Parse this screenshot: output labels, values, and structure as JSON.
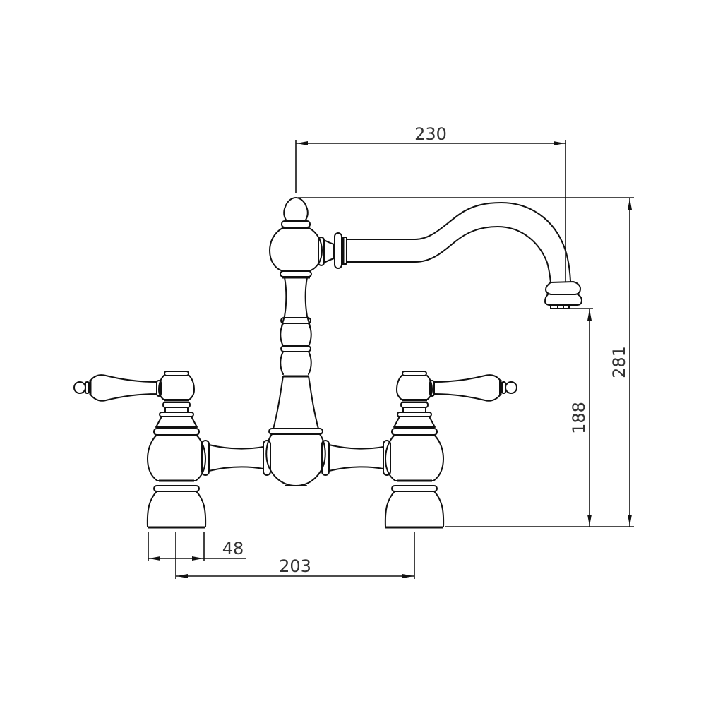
{
  "drawing": {
    "subject": "Bridge kitchen mixer tap with lever handles and swan-neck spout",
    "units": "mm",
    "line_color": "#111111",
    "text_color": "#333333",
    "background": "#ffffff"
  },
  "dimensions": {
    "spout_reach": {
      "label": "230",
      "orientation": "horizontal",
      "description": "Spout reach from body centre to outlet"
    },
    "overall_height": {
      "label": "281",
      "orientation": "vertical",
      "description": "Overall height from base to top of finial"
    },
    "outlet_height": {
      "label": "188",
      "orientation": "vertical",
      "description": "Height from base to spout outlet"
    },
    "base_width": {
      "label": "48",
      "orientation": "horizontal",
      "description": "Diameter of valve base"
    },
    "centres": {
      "label": "203",
      "orientation": "horizontal",
      "description": "Distance between tap centres"
    }
  },
  "parts": [
    "finial",
    "central-body-ball",
    "column",
    "swan-neck-spout",
    "spout-aerator",
    "bridge-bar",
    "left-valve",
    "right-valve",
    "left-lever-handle",
    "right-lever-handle"
  ]
}
